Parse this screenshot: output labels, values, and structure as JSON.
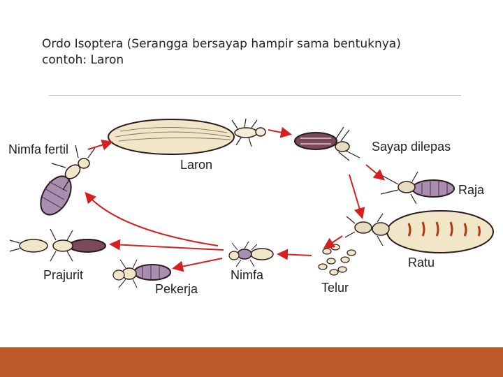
{
  "slide": {
    "title_line1": "Ordo Isoptera (Serangga bersayap hampir sama bentuknya)",
    "title_line2": "contoh: Laron"
  },
  "diagram": {
    "labels": {
      "nimfa_fertil": "Nimfa fertil",
      "laron": "Laron",
      "sayap_dilepas": "Sayap dilepas",
      "raja": "Raja",
      "ratu": "Ratu",
      "telur": "Telur",
      "nimfa": "Nimfa",
      "prajurit": "Prajurit",
      "pekerja": "Pekerja"
    },
    "colors": {
      "arrow": "#d42020",
      "body": "#a88fb0",
      "wing": "#f2e6c8",
      "outline": "#2a1a1a",
      "footer": "#bd5a2a"
    }
  }
}
